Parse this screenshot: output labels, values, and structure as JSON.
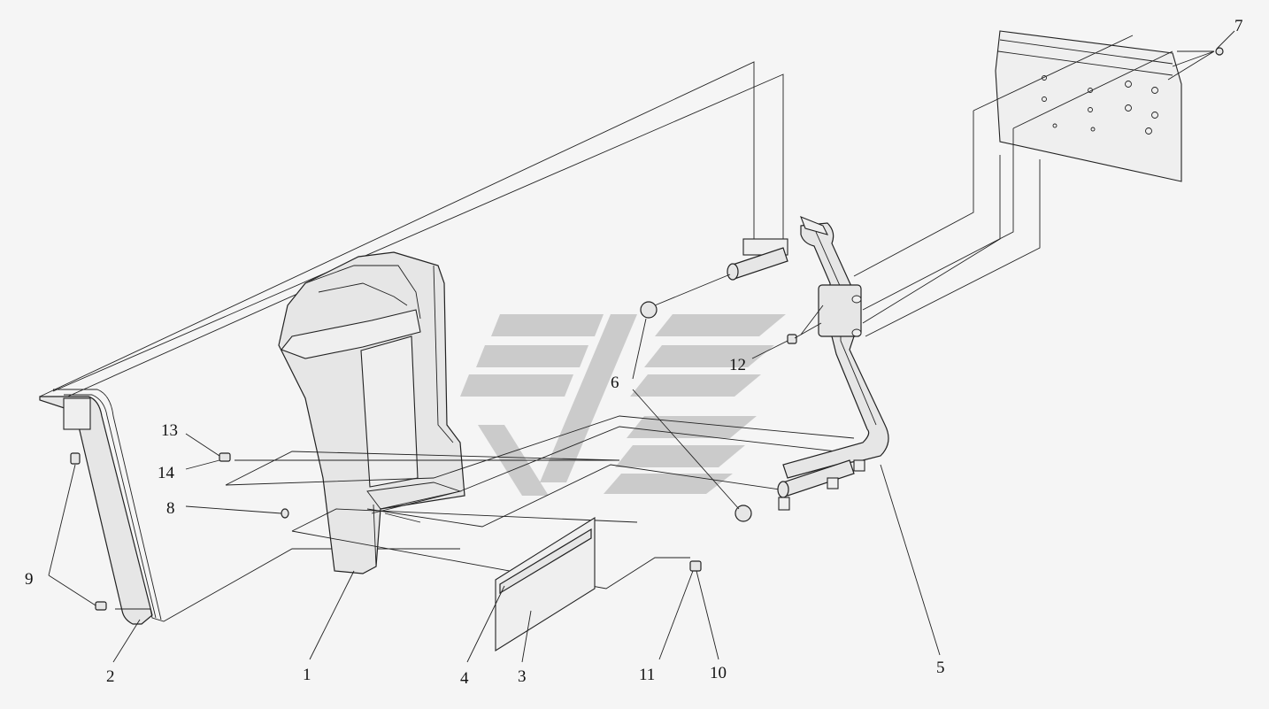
{
  "callouts": [
    {
      "id": "1",
      "text": "1"
    },
    {
      "id": "2",
      "text": "2"
    },
    {
      "id": "3",
      "text": "3"
    },
    {
      "id": "4",
      "text": "4"
    },
    {
      "id": "5",
      "text": "5"
    },
    {
      "id": "6",
      "text": "6"
    },
    {
      "id": "7",
      "text": "7"
    },
    {
      "id": "8",
      "text": "8"
    },
    {
      "id": "9",
      "text": "9"
    },
    {
      "id": "10",
      "text": "10"
    },
    {
      "id": "11",
      "text": "11"
    },
    {
      "id": "12",
      "text": "12"
    },
    {
      "id": "13",
      "text": "13"
    },
    {
      "id": "14",
      "text": "14"
    }
  ],
  "colors": {
    "background": "#f5f5f5",
    "line": "#222222",
    "part_fill": "#e6e6e6",
    "watermark": "#9a9a9a"
  }
}
